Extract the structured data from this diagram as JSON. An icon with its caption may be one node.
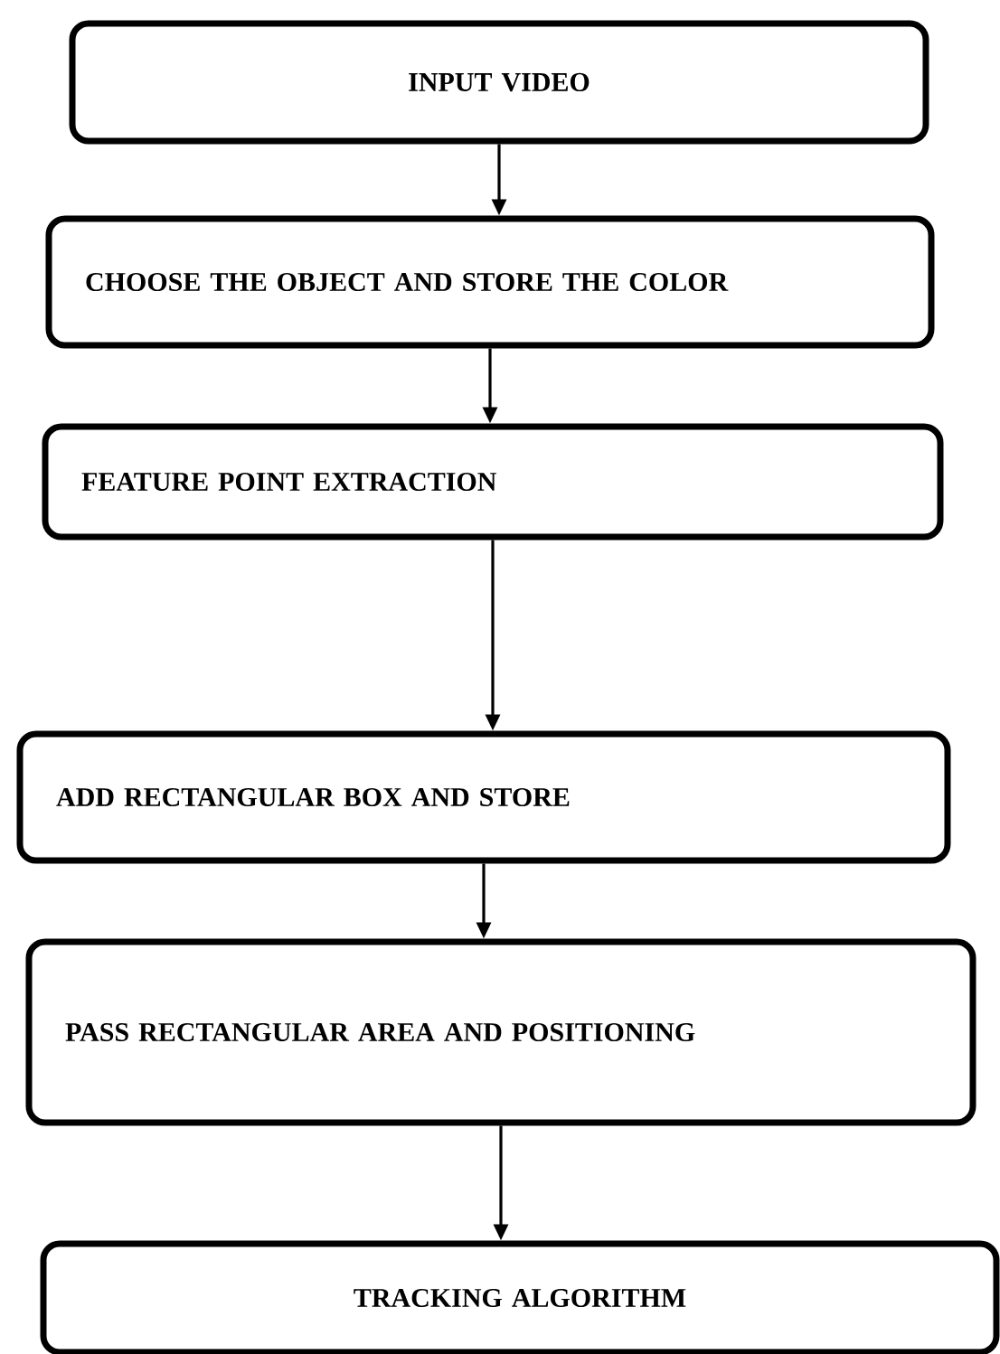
{
  "diagram": {
    "nodes": [
      {
        "text": [
          "INPUT VIDEO"
        ]
      },
      {
        "text": [
          "CHOOSE THE OBJECT AND STORE THE COLOR"
        ]
      },
      {
        "text": [
          "FEATURE POINT EXTRACTION"
        ]
      },
      {
        "text": [
          "ADD RECTANGULAR BOX AND STORE"
        ]
      },
      {
        "text": [
          "PASS RECTANGULAR AREA AND POSITIONING"
        ]
      },
      {
        "text": [
          "TRACKING ALGORITHM"
        ]
      }
    ],
    "edges": [
      {
        "from": 0,
        "to": 1,
        "arrow": "to"
      },
      {
        "from": 1,
        "to": 2,
        "arrow": "to"
      },
      {
        "from": 2,
        "to": 3,
        "arrow": "to"
      },
      {
        "from": 3,
        "to": 4,
        "arrow": "to"
      },
      {
        "from": 4,
        "to": 5,
        "arrow": "to"
      }
    ]
  }
}
